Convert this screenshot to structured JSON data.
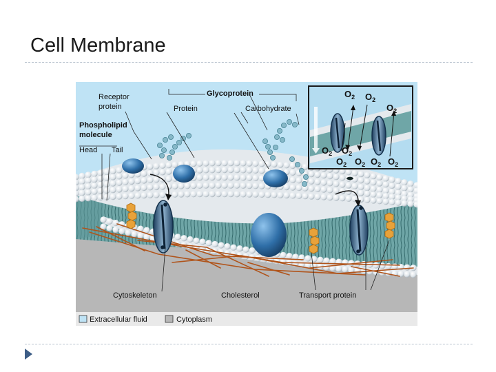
{
  "slide": {
    "title": "Cell Membrane"
  },
  "diagram": {
    "labels": {
      "receptor_protein_line1": "Receptor",
      "receptor_protein_line2": "protein",
      "glycoprotein": "Glycoprotein",
      "protein": "Protein",
      "carbohydrate": "Carbohydrate",
      "phospholipid_line1": "Phospholipid",
      "phospholipid_line2": "molecule",
      "head": "Head",
      "tail": "Tail",
      "cytoskeleton": "Cytoskeleton",
      "cholesterol": "Cholesterol",
      "transport_protein": "Transport protein"
    },
    "inset": {
      "molecule": "O",
      "subscript": "2"
    },
    "legend": {
      "extracellular_label": "Extracellular fluid",
      "cytoplasm_label": "Cytoplasm",
      "extracellular_color": "#bfe3f5",
      "cytoplasm_color": "#b7b7b7"
    },
    "colors": {
      "extracellular": "#bfe3f5",
      "cytoplasm": "#b7b7b7",
      "membrane_tails": "#6fa6a7",
      "head_sphere": "#e9edf0",
      "protein_blue": "#2f6fa8",
      "chain_bead": "#86b8c8",
      "cholesterol": "#e8a23a",
      "cytoskeleton": "#b0541b"
    }
  }
}
